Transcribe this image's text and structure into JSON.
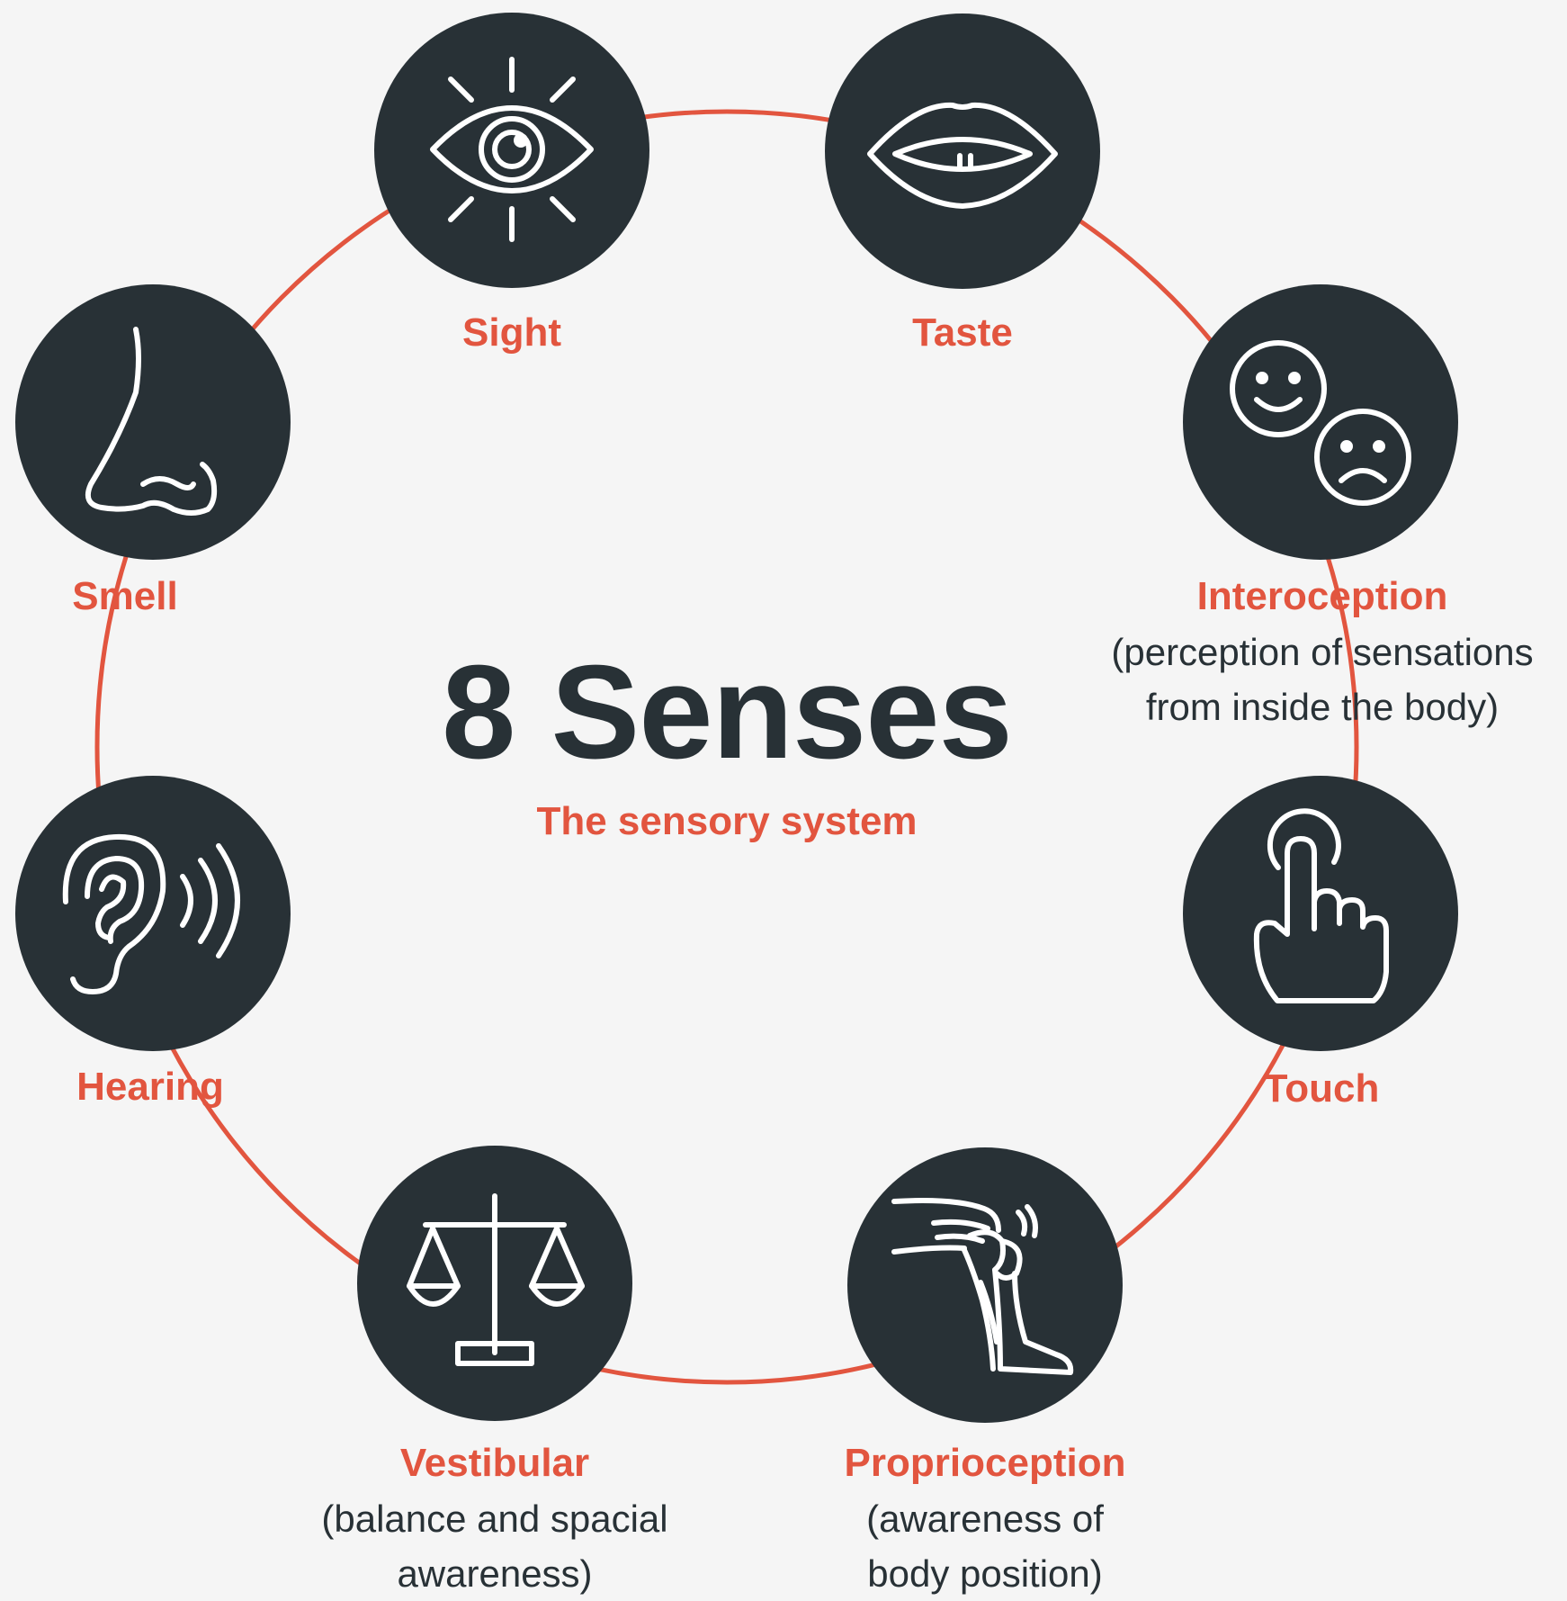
{
  "title": "8 Senses",
  "subtitle": "The sensory system",
  "colors": {
    "background": "#f5f5f5",
    "accent": "#e2553f",
    "dark": "#283136",
    "icon": "#ffffff"
  },
  "senses": [
    {
      "label": "Sight",
      "icon": "eye-icon"
    },
    {
      "label": "Taste",
      "icon": "lips-icon"
    },
    {
      "label": "Interoception",
      "description_lines": [
        "(perception of sensations",
        "from inside the body)"
      ],
      "icon": "faces-icon"
    },
    {
      "label": "Touch",
      "icon": "pointing-hand-icon"
    },
    {
      "label": "Proprioception",
      "description_lines": [
        "(awareness of",
        "body position)"
      ],
      "icon": "knee-joint-icon"
    },
    {
      "label": "Vestibular",
      "description_lines": [
        "(balance and spacial",
        "awareness)"
      ],
      "icon": "balance-scale-icon"
    },
    {
      "label": "Hearing",
      "icon": "ear-icon"
    },
    {
      "label": "Smell",
      "icon": "nose-icon"
    }
  ]
}
